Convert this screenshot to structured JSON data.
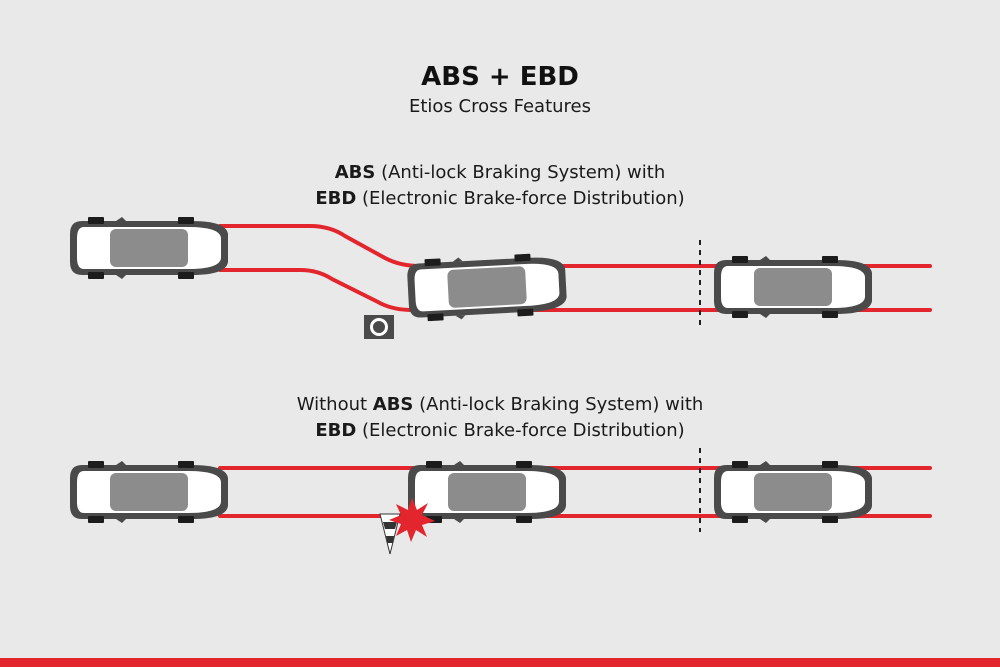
{
  "header": {
    "title": "ABS + EBD",
    "subtitle": "Etios Cross Features"
  },
  "scenario_with_abs": {
    "line1": {
      "bold": "ABS",
      "rest": " (Anti-lock Braking System) with"
    },
    "line2": {
      "bold": "EBD",
      "rest": " (Electronic Brake-force Distribution)"
    }
  },
  "scenario_without_abs": {
    "line1": {
      "pre": "Without ",
      "bold": "ABS",
      "rest": " (Anti-lock Braking System) with"
    },
    "line2": {
      "bold": "EBD",
      "rest": " (Electronic Brake-force Distribution)"
    }
  },
  "colors": {
    "background": "#e9e9e9",
    "track_line": "#e3262e",
    "car_body": "#4a4a4a",
    "car_roof": "#8c8c8c",
    "car_glass": "#ffffff",
    "impact_star": "#e3262e",
    "brand_bar": "#e3262e"
  },
  "icons": {
    "obstacle_top": "obstacle-ring-icon",
    "obstacle_bottom": "traffic-cone-icon",
    "impact": "collision-star-icon"
  }
}
